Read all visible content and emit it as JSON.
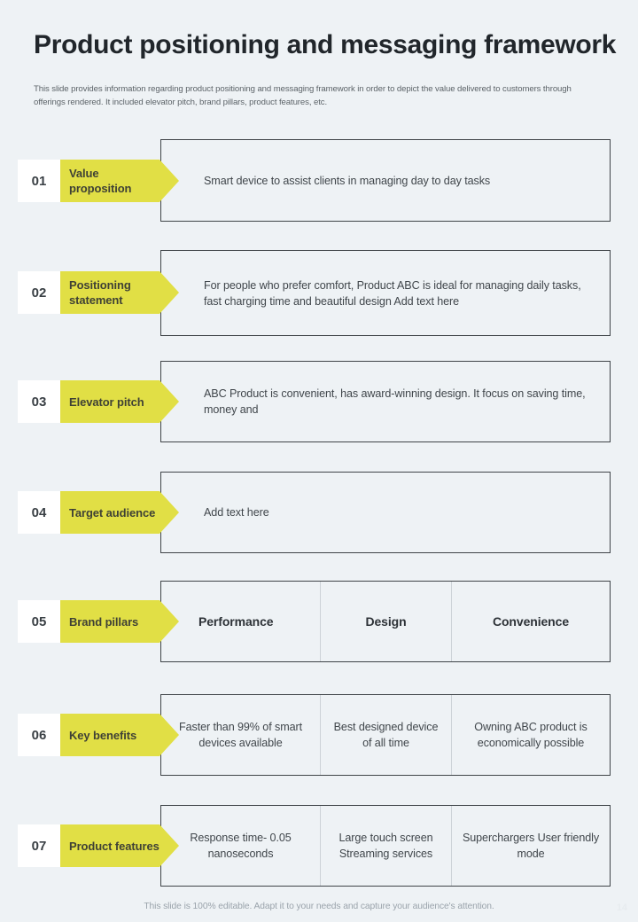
{
  "header": {
    "title": "Product positioning and messaging framework",
    "subtitle": "This slide provides information regarding product positioning and messaging framework in order to depict the value delivered to customers through offerings rendered. It included elevator pitch, brand pillars, product features, etc."
  },
  "theme": {
    "background": "#eef2f5",
    "accent_yellow": "#e1df45",
    "border_dark": "#3f4448",
    "divider_light": "#ccd2d7",
    "text_dark": "#40464b"
  },
  "rows": [
    {
      "number": "01",
      "label": "Value proposition",
      "columns": [
        "Smart device to assist clients in managing day to day tasks"
      ]
    },
    {
      "number": "02",
      "label": "Positioning statement",
      "columns": [
        "For people who prefer comfort,  Product ABC is ideal for managing daily tasks, fast charging time and beautiful design Add text here"
      ]
    },
    {
      "number": "03",
      "label": "Elevator pitch",
      "columns": [
        "ABC Product is convenient,  has award-winning design. It focus on saving time, money and"
      ]
    },
    {
      "number": "04",
      "label": "Target audience",
      "columns": [
        "Add text here"
      ]
    },
    {
      "number": "05",
      "label": "Brand pillars",
      "columns": [
        "Performance",
        "Design",
        "Convenience"
      ]
    },
    {
      "number": "06",
      "label": "Key benefits",
      "columns": [
        "Faster than 99% of smart devices available",
        "Best designed device of all time",
        "Owning ABC product is economically possible"
      ]
    },
    {
      "number": "07",
      "label": "Product features",
      "columns": [
        "Response time- 0.05 nanoseconds",
        "Large touch screen Streaming services",
        "Superchargers User friendly mode"
      ]
    }
  ],
  "footer": {
    "note": "This slide is 100% editable. Adapt it to your needs and capture your audience's attention.",
    "page_number": "14"
  }
}
